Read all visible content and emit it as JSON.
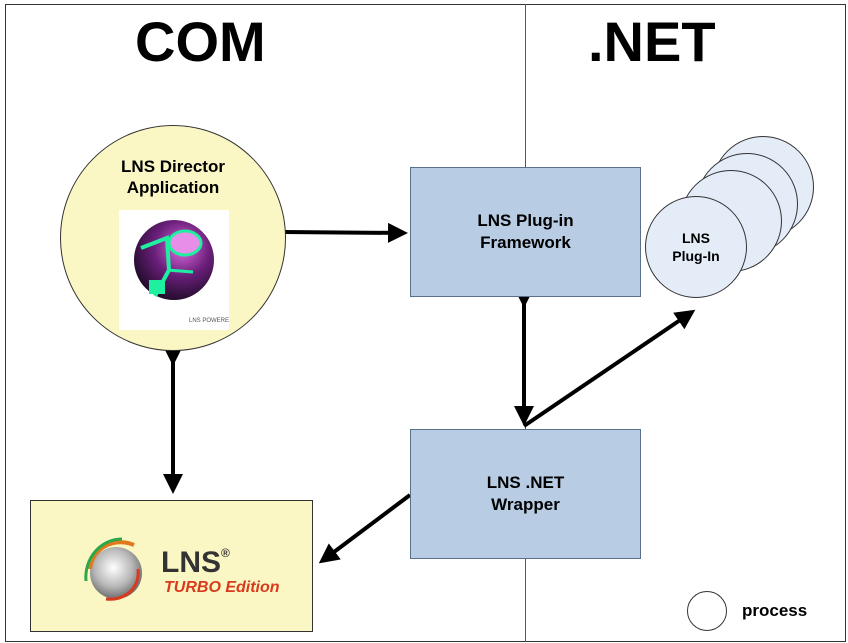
{
  "sections": {
    "left": "COM",
    "right": ".NET"
  },
  "nodes": {
    "director": {
      "title": "LNS Director\nApplication",
      "logo_icon": "lns-director-sphere-logo"
    },
    "framework": {
      "label": "LNS Plug-in\nFramework"
    },
    "wrapper": {
      "label": "LNS .NET\nWrapper"
    },
    "plugin": {
      "label": "LNS\nPlug-In"
    },
    "turbo": {
      "brand": "LNS",
      "reg_mark": "®",
      "edition": "TURBO Edition",
      "logo_icon": "lns-turbo-swirl-logo"
    }
  },
  "legend": {
    "label": "process",
    "icon": "circle-process-icon"
  },
  "colors": {
    "box_fill": "#b8cce4",
    "cream_fill": "#fbf7c4",
    "plugin_fill": "#e4ecf8",
    "turbo_red": "#d83a1e"
  }
}
